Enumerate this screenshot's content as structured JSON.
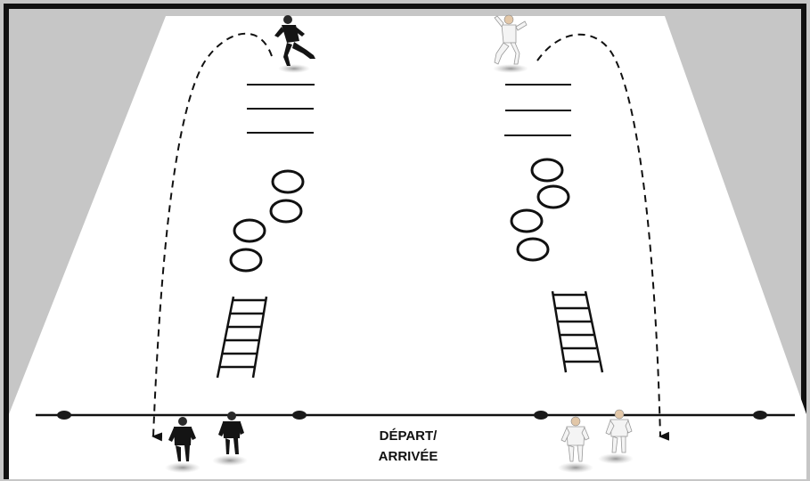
{
  "start_finish_label": {
    "line1": "DÉPART/",
    "line2": "ARRIVÉE"
  },
  "colors": {
    "background": "#c6c6c6",
    "field": "#ffffff",
    "frame": "#111111",
    "team_dark": "#141414",
    "team_light": "#f4f4f4",
    "lines": "#111111"
  },
  "drills": {
    "left_station": [
      "ladder",
      "rings",
      "hurdle-lines"
    ],
    "right_station": [
      "ladder",
      "rings",
      "hurdle-lines"
    ]
  },
  "icons": [
    "player-dark-running-icon",
    "player-light-running-icon",
    "cone-icon",
    "arrow-down-icon"
  ]
}
